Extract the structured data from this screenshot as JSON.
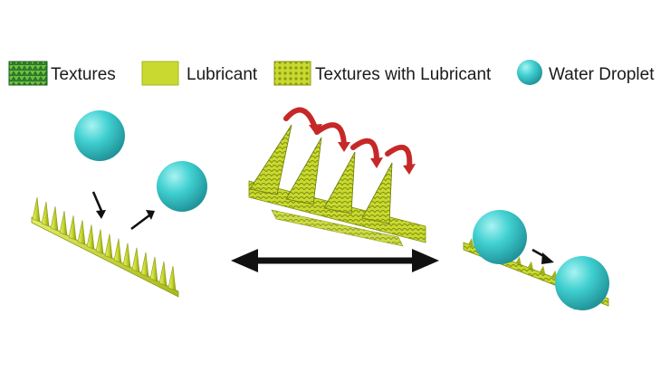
{
  "legend": {
    "items": [
      {
        "label": "Textures",
        "swatch": "textures-swatch"
      },
      {
        "label": "Lubricant",
        "swatch": "lubricant-swatch"
      },
      {
        "label": "Textures with Lubricant",
        "swatch": "textures-with-lubricant-swatch"
      },
      {
        "label": "Water Droplet",
        "swatch": "water-droplet-swatch"
      }
    ]
  },
  "colors": {
    "texture_green": "#6fbf3a",
    "texture_dark_green": "#2e7d32",
    "lubricant": "#c9d92f",
    "lubricant_dark": "#8a9a12",
    "droplet": "#3fcfd0",
    "droplet_dark": "#1e8f95",
    "curl_arrow": "#c62828",
    "arrow": "#111111"
  },
  "icons": {
    "curl_arrows": "curved-red-arrow-icon",
    "double_arrow": "double-headed-arrow-icon",
    "motion_arrows": "black-arrow-icon"
  }
}
